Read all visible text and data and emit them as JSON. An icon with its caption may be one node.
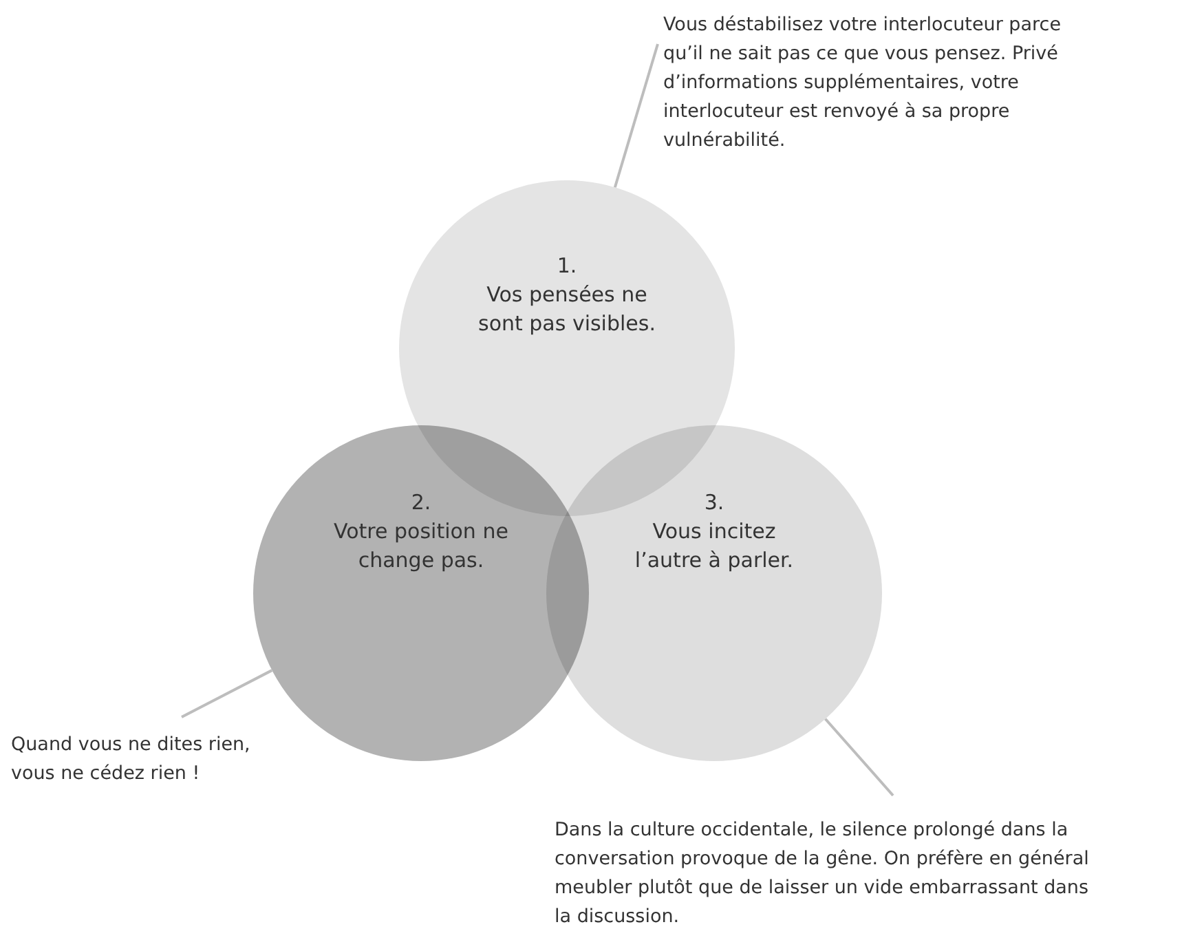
{
  "diagram": {
    "nodes": [
      {
        "text": [
          "Vous déstabilisez votre interlocuteur parce qu’il ne sait pas ce que vous pensez. Privé d’informations supplémentaires, votre interlocuteur est renvoyé à sa propre vulnérabilité."
        ]
      },
      {
        "text": [
          "1.",
          "Vos pensées ne sont pas visibles."
        ]
      },
      {
        "text": [
          "2.",
          "Votre position ne change pas."
        ]
      },
      {
        "text": [
          "3.",
          "Vous incitez l’autre à parler."
        ]
      },
      {
        "text": [
          "Quand vous ne dites rien, vous ne cédez rien !"
        ]
      },
      {
        "text": [
          "Dans la culture occidentale, le silence prolongé dans la conversation provoque de la gêne. On préfère en général meubler plutôt que de laisser un vide embarrassant dans la discussion."
        ]
      }
    ],
    "edges": [
      {
        "from": 0,
        "to": 1,
        "arrow": "none"
      },
      {
        "from": 4,
        "to": 2,
        "arrow": "none"
      },
      {
        "from": 5,
        "to": 3,
        "arrow": "none"
      }
    ]
  }
}
